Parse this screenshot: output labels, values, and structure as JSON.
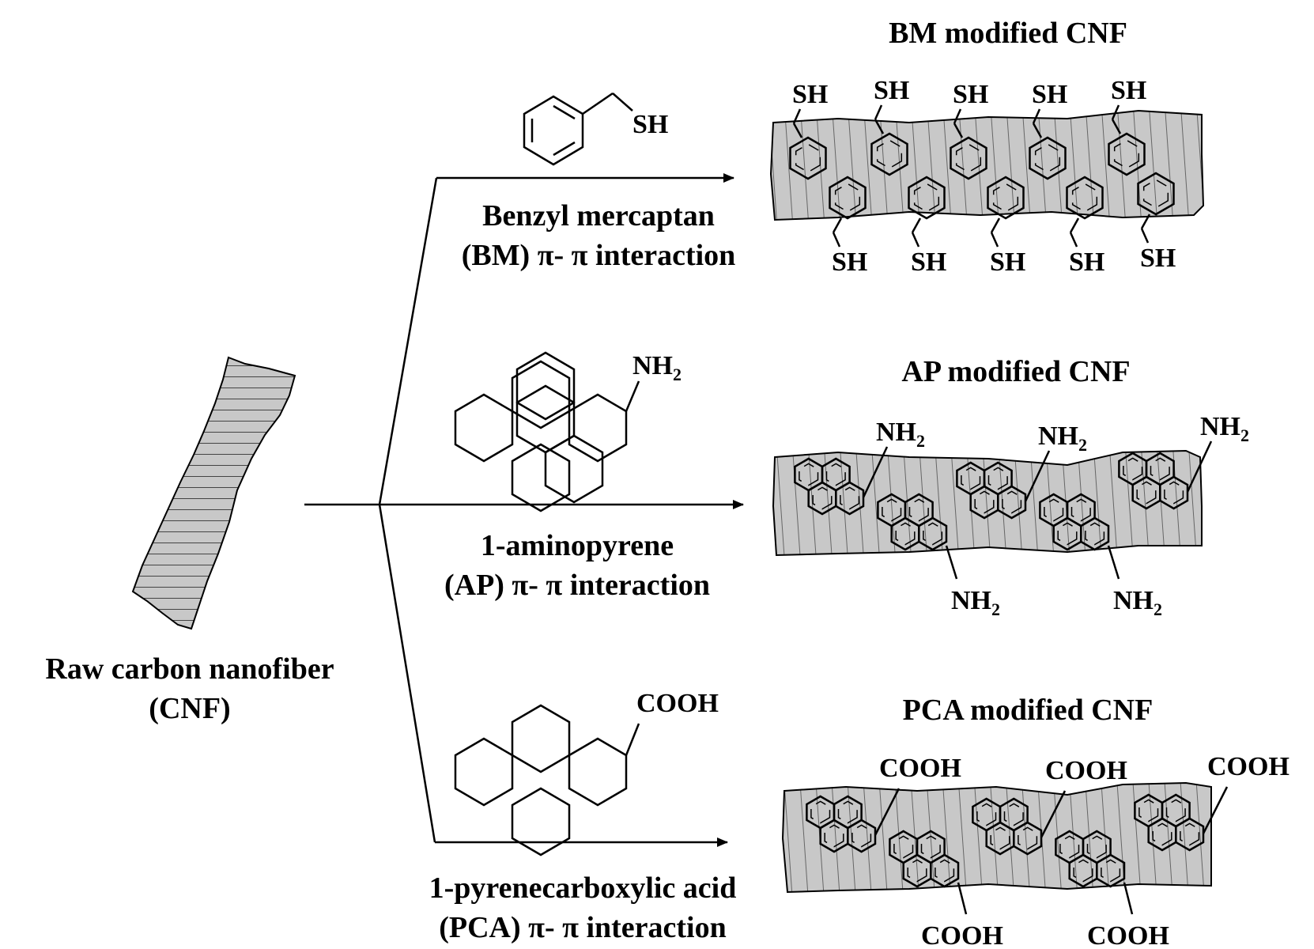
{
  "raw_fiber": {
    "label_line1": "Raw carbon nanofiber",
    "label_line2": "(CNF)"
  },
  "branches": [
    {
      "reagent_line1": "Benzyl mercaptan",
      "reagent_line2": "(BM) π- π interaction",
      "product_title": "BM modified CNF",
      "group": "SH"
    },
    {
      "reagent_line1": "1-aminopyrene",
      "reagent_line2": "(AP) π- π interaction",
      "product_title": "AP modified CNF",
      "group": "NH",
      "group_sub": "2"
    },
    {
      "reagent_line1": "1-pyrenecarboxylic acid",
      "reagent_line2": "(PCA) π- π interaction",
      "product_title": "PCA modified CNF",
      "group": "COOH"
    }
  ],
  "colors": {
    "fiber_fill": "#c8c8c8",
    "line": "#000000",
    "background": "#ffffff"
  }
}
